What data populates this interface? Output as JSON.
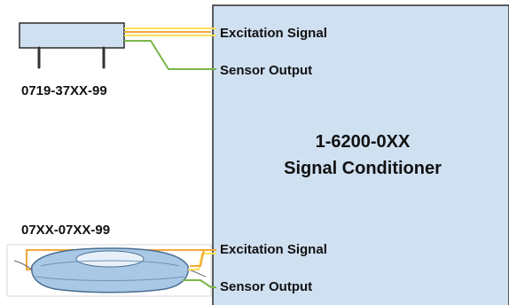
{
  "colors": {
    "box_fill": "#cfe0f1",
    "box_stroke": "#2b2b2b",
    "excitation_wire_orange": "#f2a93b",
    "excitation_wire_yellow": "#ffe25a",
    "sensor_wire_green": "#7ab648",
    "sensor_body": "#a9c8e6",
    "sensor_body_edge": "#4a6e91",
    "pin": "#333333"
  },
  "conditioner": {
    "model": "1-6200-0XX",
    "name": "Signal Conditioner"
  },
  "top_channel": {
    "part_number": "0719-37XX-99",
    "excitation_label": "Excitation Signal",
    "output_label": "Sensor Output"
  },
  "bottom_channel": {
    "part_number": "07XX-07XX-99",
    "excitation_label": "Excitation Signal",
    "output_label": "Sensor Output"
  }
}
